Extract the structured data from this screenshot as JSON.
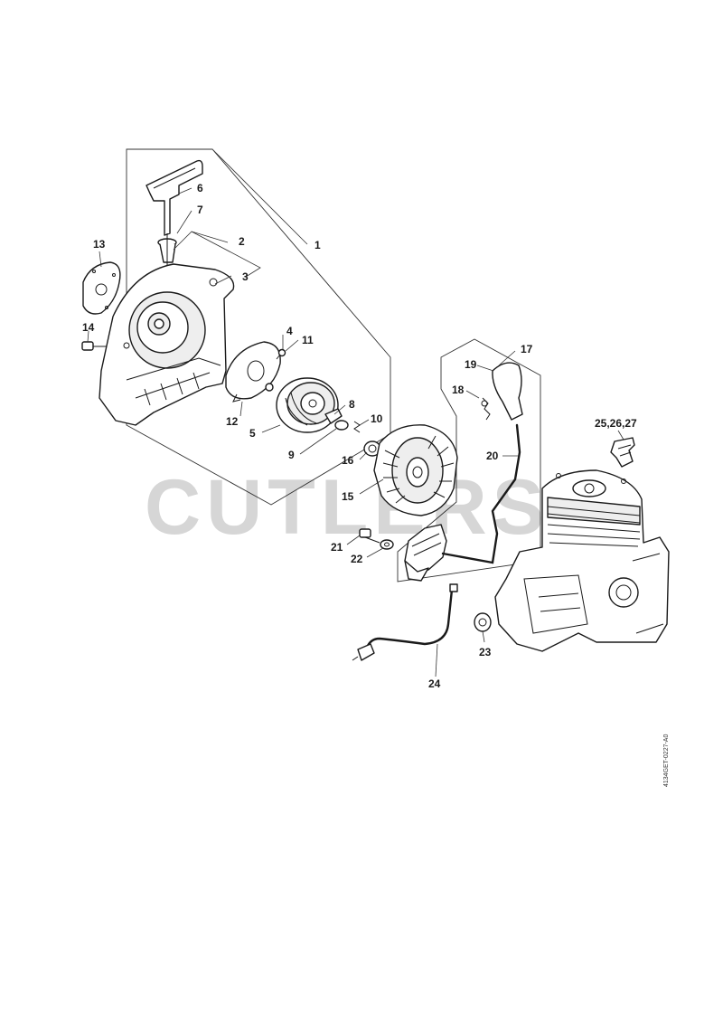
{
  "watermark": "CUTLERS",
  "drawing_code": "4134GET-0227-A0",
  "callouts": {
    "c1": "1",
    "c2": "2",
    "c3": "3",
    "c4": "4",
    "c5": "5",
    "c6": "6",
    "c7": "7",
    "c8": "8",
    "c9": "9",
    "c10": "10",
    "c11": "11",
    "c12": "12",
    "c13": "13",
    "c14": "14",
    "c15": "15",
    "c16": "16",
    "c17": "17",
    "c18": "18",
    "c19": "19",
    "c20": "20",
    "c21": "21",
    "c22": "22",
    "c23": "23",
    "c24": "24",
    "c25": "25,26,27"
  }
}
